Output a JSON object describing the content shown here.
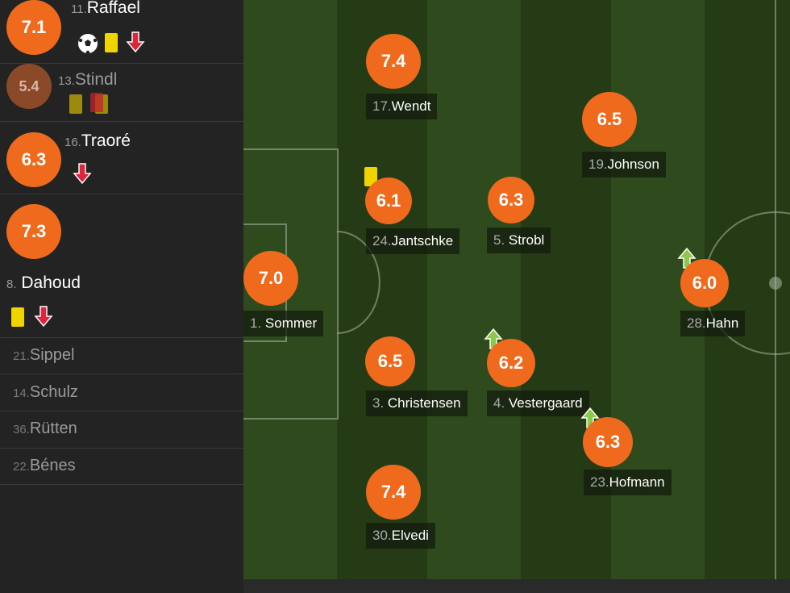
{
  "colors": {
    "rating": "#ef6a1c",
    "yellow_card": "#f0d400",
    "arrow_out": "#e0243c",
    "arrow_in": "#8cc84b"
  },
  "sidebar": {
    "starters": [
      {
        "rating": "7.1",
        "num": "11.",
        "name": "Raffael",
        "icons": [
          "ball-icon",
          "yellow-card-icon",
          "sub-out-arrow-icon"
        ]
      },
      {
        "rating": "5.4",
        "num": "13.",
        "name": "Stindl",
        "icons": [
          "yellow-card-icon",
          "second-yellow-red-card-icon"
        ]
      },
      {
        "rating": "6.3",
        "num": "16.",
        "name": "Traoré",
        "icons": [
          "sub-out-arrow-icon"
        ]
      },
      {
        "rating": "7.3",
        "num": "8.",
        "name": "Dahoud",
        "icons": [
          "yellow-card-icon",
          "sub-out-arrow-icon"
        ]
      }
    ],
    "subs": [
      {
        "num": "21.",
        "name": "Sippel"
      },
      {
        "num": "14.",
        "name": "Schulz"
      },
      {
        "num": "36.",
        "name": "Rütten"
      },
      {
        "num": "22.",
        "name": "Bénes"
      }
    ]
  },
  "pitch": {
    "players": [
      {
        "rating": "7.4",
        "num": "17.",
        "name": "Wendt"
      },
      {
        "rating": "6.5",
        "num": "19.",
        "name": "Johnson"
      },
      {
        "rating": "6.1",
        "num": "24.",
        "name": "Jantschke"
      },
      {
        "rating": "6.3",
        "num": "5. ",
        "name": "Strobl"
      },
      {
        "rating": "7.0",
        "num": "1. ",
        "name": "Sommer"
      },
      {
        "rating": "6.0",
        "num": "28.",
        "name": "Hahn"
      },
      {
        "rating": "6.5",
        "num": "3. ",
        "name": "Christensen"
      },
      {
        "rating": "6.2",
        "num": "4. ",
        "name": "Vestergaard"
      },
      {
        "rating": "6.3",
        "num": "23.",
        "name": "Hofmann"
      },
      {
        "rating": "7.4",
        "num": "30.",
        "name": "Elvedi"
      }
    ]
  }
}
